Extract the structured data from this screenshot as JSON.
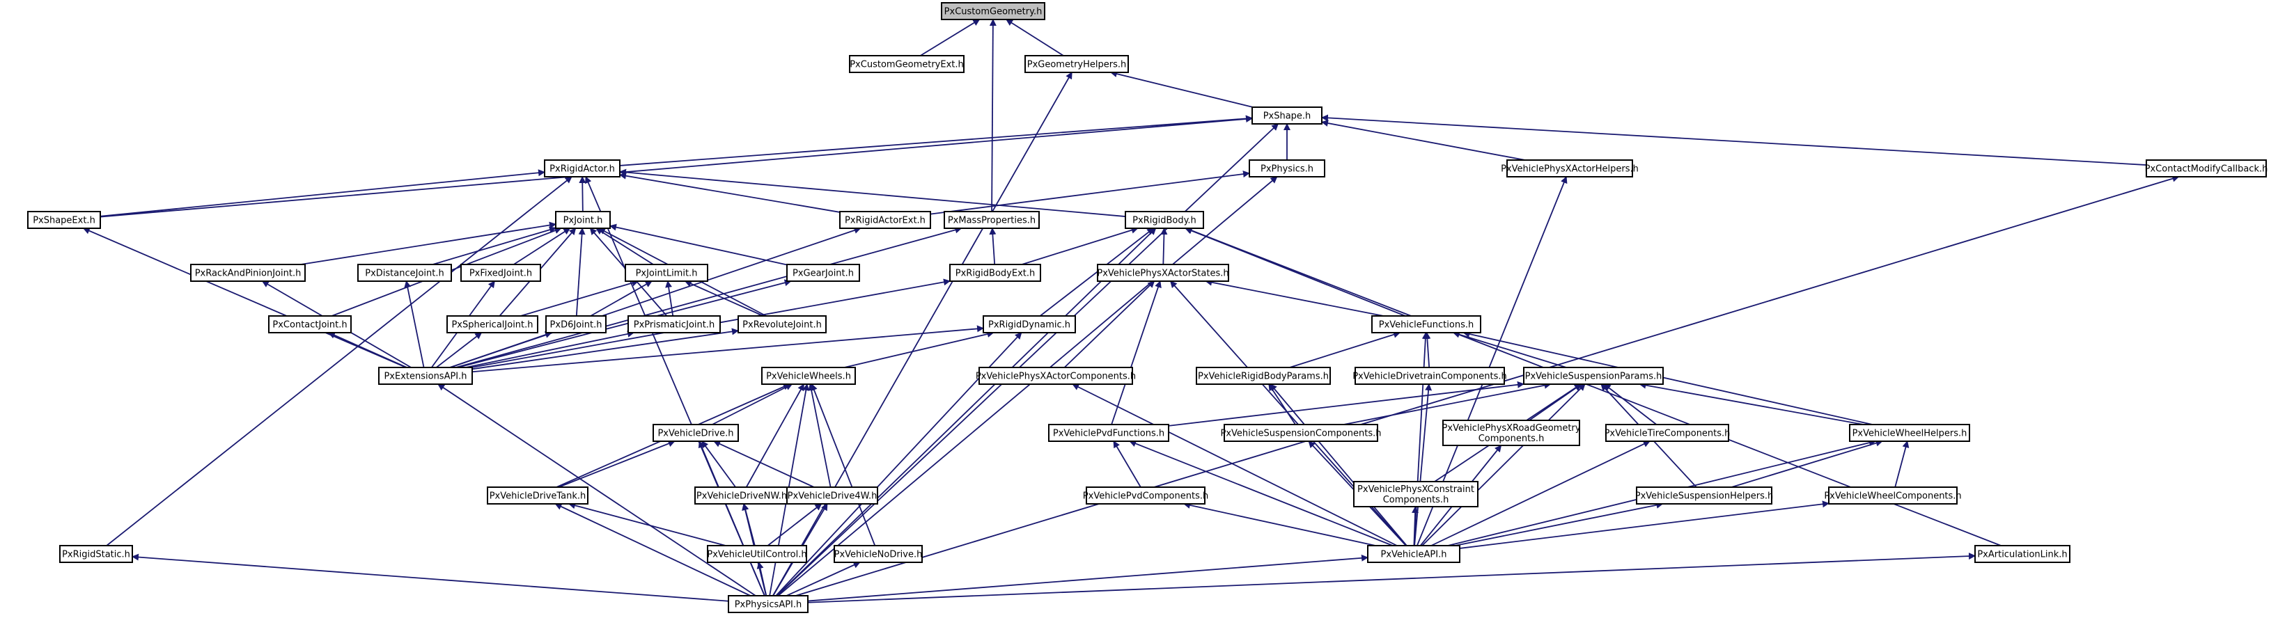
{
  "diagram": {
    "root": "PxCustomGeometry.h",
    "nodes": [
      {
        "id": "n0",
        "label": "PxCustomGeometry.h",
        "root": true
      },
      {
        "id": "n1",
        "label": "PxCustomGeometryExt.h"
      },
      {
        "id": "n2",
        "label": "PxGeometryHelpers.h"
      },
      {
        "id": "n3",
        "label": "PxShape.h"
      },
      {
        "id": "n4",
        "label": "PxRigidActor.h"
      },
      {
        "id": "n5",
        "label": "PxPhysics.h"
      },
      {
        "id": "n6",
        "label": "PxVehiclePhysXActorHelpers.h"
      },
      {
        "id": "n7",
        "label": "PxContactModifyCallback.h"
      },
      {
        "id": "n8",
        "label": "PxShapeExt.h"
      },
      {
        "id": "n9",
        "label": "PxJoint.h"
      },
      {
        "id": "n10",
        "label": "PxRigidActorExt.h"
      },
      {
        "id": "n11",
        "label": "PxMassProperties.h"
      },
      {
        "id": "n12",
        "label": "PxRigidBody.h"
      },
      {
        "id": "n13",
        "label": "PxRackAndPinionJoint.h"
      },
      {
        "id": "n14",
        "label": "PxDistanceJoint.h"
      },
      {
        "id": "n15",
        "label": "PxFixedJoint.h"
      },
      {
        "id": "n16",
        "label": "PxJointLimit.h"
      },
      {
        "id": "n17",
        "label": "PxGearJoint.h"
      },
      {
        "id": "n18",
        "label": "PxRigidBodyExt.h"
      },
      {
        "id": "n19",
        "label": "PxVehiclePhysXActorStates.h"
      },
      {
        "id": "n20",
        "label": "PxContactJoint.h"
      },
      {
        "id": "n21",
        "label": "PxSphericalJoint.h"
      },
      {
        "id": "n22",
        "label": "PxD6Joint.h"
      },
      {
        "id": "n23",
        "label": "PxPrismaticJoint.h"
      },
      {
        "id": "n24",
        "label": "PxRevoluteJoint.h"
      },
      {
        "id": "n25",
        "label": "PxRigidDynamic.h"
      },
      {
        "id": "n26",
        "label": "PxVehicleFunctions.h"
      },
      {
        "id": "n27",
        "label": "PxExtensionsAPI.h"
      },
      {
        "id": "n28",
        "label": "PxVehicleWheels.h"
      },
      {
        "id": "n29",
        "label": "PxVehiclePhysXActorComponents.h"
      },
      {
        "id": "n30",
        "label": "PxVehicleRigidBodyParams.h"
      },
      {
        "id": "n31",
        "label": "PxVehicleDrivetrainComponents.h"
      },
      {
        "id": "n32",
        "label": "PxVehicleSuspensionParams.h"
      },
      {
        "id": "n33",
        "label": "PxVehicleDrive.h"
      },
      {
        "id": "n34",
        "label": "PxVehiclePvdFunctions.h"
      },
      {
        "id": "n35",
        "label": "PxVehicleSuspensionComponents.h"
      },
      {
        "id": "n36",
        "label": "PxVehiclePhysXRoadGeometry\nComponents.h"
      },
      {
        "id": "n37",
        "label": "PxVehicleTireComponents.h"
      },
      {
        "id": "n38",
        "label": "PxVehicleWheelHelpers.h"
      },
      {
        "id": "n39",
        "label": "PxVehicleDriveTank.h"
      },
      {
        "id": "n40",
        "label": "PxVehicleDriveNW.h"
      },
      {
        "id": "n41",
        "label": "PxVehicleDrive4W.h"
      },
      {
        "id": "n42",
        "label": "PxVehiclePvdComponents.h"
      },
      {
        "id": "n43",
        "label": "PxVehiclePhysXConstraint\nComponents.h"
      },
      {
        "id": "n44",
        "label": "PxVehicleSuspensionHelpers.h"
      },
      {
        "id": "n45",
        "label": "PxVehicleWheelComponents.h"
      },
      {
        "id": "n46",
        "label": "PxRigidStatic.h"
      },
      {
        "id": "n47",
        "label": "PxVehicleUtilControl.h"
      },
      {
        "id": "n48",
        "label": "PxVehicleNoDrive.h"
      },
      {
        "id": "n49",
        "label": "PxVehicleAPI.h"
      },
      {
        "id": "n50",
        "label": "PxArticulationLink.h"
      },
      {
        "id": "n51",
        "label": "PxPhysicsAPI.h"
      }
    ],
    "edges": [
      [
        "n1",
        "n0"
      ],
      [
        "n2",
        "n0"
      ],
      [
        "n11",
        "n0"
      ],
      [
        "n3",
        "n2"
      ],
      [
        "n51",
        "n2"
      ],
      [
        "n4",
        "n3"
      ],
      [
        "n5",
        "n3"
      ],
      [
        "n6",
        "n3"
      ],
      [
        "n7",
        "n3"
      ],
      [
        "n8",
        "n3"
      ],
      [
        "n51",
        "n3"
      ],
      [
        "n9",
        "n4"
      ],
      [
        "n8",
        "n4"
      ],
      [
        "n10",
        "n4"
      ],
      [
        "n12",
        "n4"
      ],
      [
        "n46",
        "n4"
      ],
      [
        "n51",
        "n4"
      ],
      [
        "n10",
        "n5"
      ],
      [
        "n51",
        "n5"
      ],
      [
        "n49",
        "n6"
      ],
      [
        "n51",
        "n7"
      ],
      [
        "n27",
        "n8"
      ],
      [
        "n13",
        "n9"
      ],
      [
        "n14",
        "n9"
      ],
      [
        "n15",
        "n9"
      ],
      [
        "n16",
        "n9"
      ],
      [
        "n17",
        "n9"
      ],
      [
        "n20",
        "n9"
      ],
      [
        "n21",
        "n9"
      ],
      [
        "n22",
        "n9"
      ],
      [
        "n23",
        "n9"
      ],
      [
        "n24",
        "n9"
      ],
      [
        "n27",
        "n10"
      ],
      [
        "n18",
        "n11"
      ],
      [
        "n27",
        "n11"
      ],
      [
        "n18",
        "n12"
      ],
      [
        "n19",
        "n12"
      ],
      [
        "n25",
        "n12"
      ],
      [
        "n26",
        "n12"
      ],
      [
        "n50",
        "n12"
      ],
      [
        "n51",
        "n12"
      ],
      [
        "n27",
        "n13"
      ],
      [
        "n27",
        "n14"
      ],
      [
        "n27",
        "n15"
      ],
      [
        "n21",
        "n16"
      ],
      [
        "n22",
        "n16"
      ],
      [
        "n23",
        "n16"
      ],
      [
        "n24",
        "n16"
      ],
      [
        "n27",
        "n17"
      ],
      [
        "n27",
        "n18"
      ],
      [
        "n26",
        "n19"
      ],
      [
        "n29",
        "n19"
      ],
      [
        "n34",
        "n19"
      ],
      [
        "n49",
        "n19"
      ],
      [
        "n27",
        "n20"
      ],
      [
        "n27",
        "n21"
      ],
      [
        "n27",
        "n22"
      ],
      [
        "n27",
        "n23"
      ],
      [
        "n27",
        "n24"
      ],
      [
        "n27",
        "n25"
      ],
      [
        "n28",
        "n25"
      ],
      [
        "n51",
        "n25"
      ],
      [
        "n30",
        "n26"
      ],
      [
        "n31",
        "n26"
      ],
      [
        "n32",
        "n26"
      ],
      [
        "n38",
        "n26"
      ],
      [
        "n49",
        "n26"
      ],
      [
        "n51",
        "n27"
      ],
      [
        "n33",
        "n28"
      ],
      [
        "n39",
        "n28"
      ],
      [
        "n40",
        "n28"
      ],
      [
        "n41",
        "n28"
      ],
      [
        "n48",
        "n28"
      ],
      [
        "n51",
        "n28"
      ],
      [
        "n49",
        "n29"
      ],
      [
        "n35",
        "n30"
      ],
      [
        "n49",
        "n30"
      ],
      [
        "n49",
        "n31"
      ],
      [
        "n34",
        "n32"
      ],
      [
        "n35",
        "n32"
      ],
      [
        "n36",
        "n32"
      ],
      [
        "n37",
        "n32"
      ],
      [
        "n38",
        "n32"
      ],
      [
        "n43",
        "n32"
      ],
      [
        "n44",
        "n32"
      ],
      [
        "n49",
        "n32"
      ],
      [
        "n39",
        "n33"
      ],
      [
        "n40",
        "n33"
      ],
      [
        "n41",
        "n33"
      ],
      [
        "n51",
        "n33"
      ],
      [
        "n42",
        "n34"
      ],
      [
        "n49",
        "n34"
      ],
      [
        "n49",
        "n35"
      ],
      [
        "n49",
        "n36"
      ],
      [
        "n49",
        "n37"
      ],
      [
        "n44",
        "n38"
      ],
      [
        "n45",
        "n38"
      ],
      [
        "n49",
        "n38"
      ],
      [
        "n47",
        "n39"
      ],
      [
        "n51",
        "n39"
      ],
      [
        "n47",
        "n40"
      ],
      [
        "n51",
        "n40"
      ],
      [
        "n47",
        "n41"
      ],
      [
        "n51",
        "n41"
      ],
      [
        "n49",
        "n42"
      ],
      [
        "n49",
        "n43"
      ],
      [
        "n49",
        "n44"
      ],
      [
        "n49",
        "n45"
      ],
      [
        "n51",
        "n46"
      ],
      [
        "n51",
        "n47"
      ],
      [
        "n51",
        "n48"
      ],
      [
        "n51",
        "n49"
      ],
      [
        "n51",
        "n50"
      ]
    ]
  }
}
